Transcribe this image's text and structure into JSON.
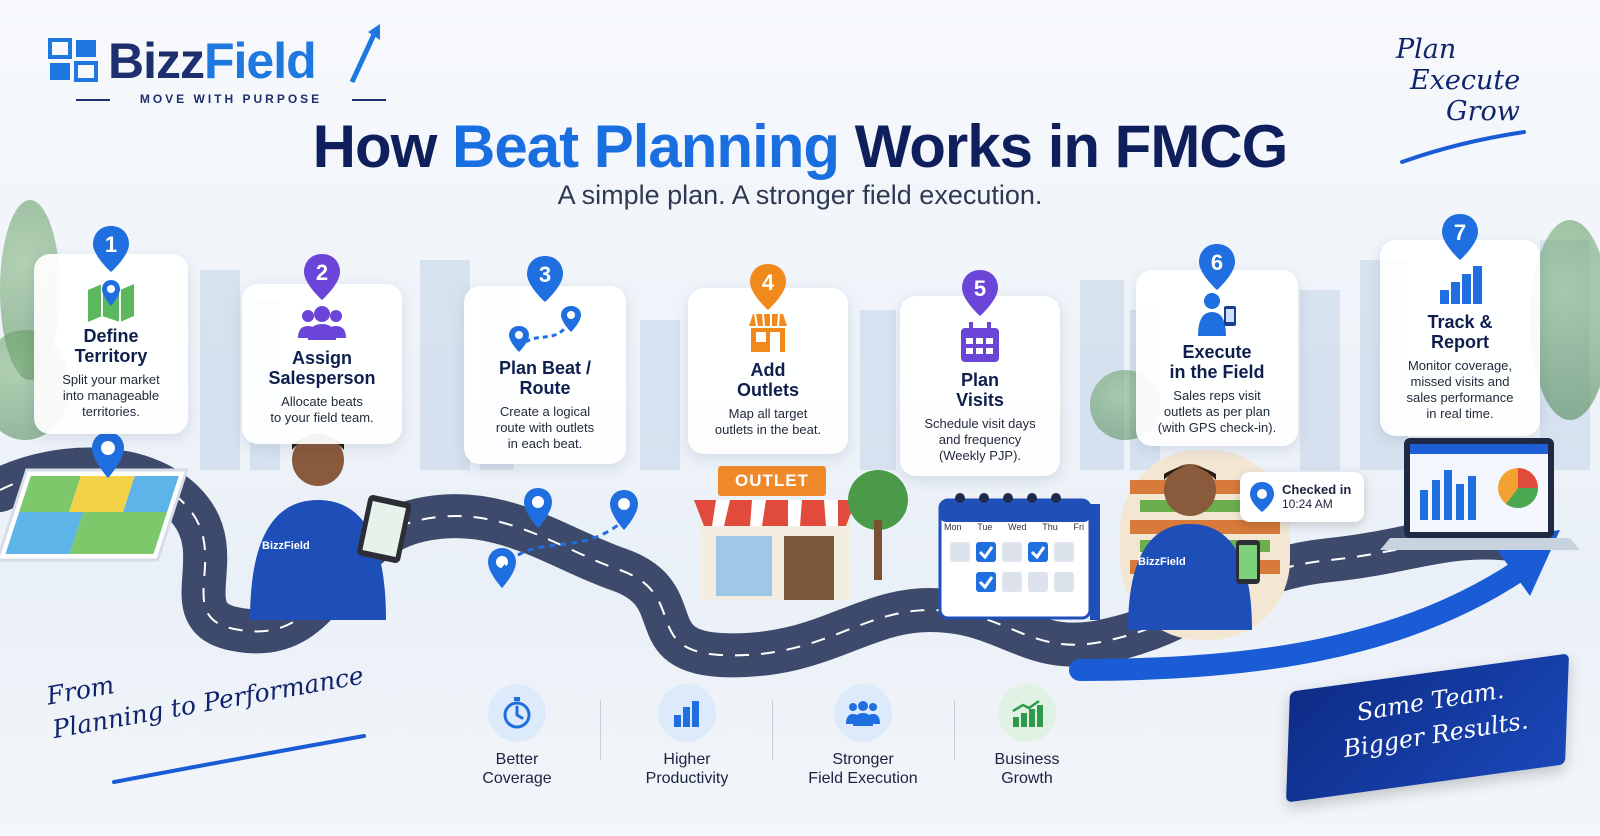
{
  "brand": {
    "name_part1": "Bizz",
    "name_part2": "Field",
    "tagline": "MOVE WITH PURPOSE"
  },
  "header": {
    "title_part1": "How ",
    "title_highlight": "Beat Planning",
    "title_part2": " Works in FMCG",
    "subtitle": "A simple plan. A stronger field execution."
  },
  "corner_tagline": [
    "Plan",
    "Execute",
    "Grow"
  ],
  "steps": [
    {
      "number": "1",
      "title": [
        "Define",
        "Territory"
      ],
      "desc": [
        "Split your market",
        "into manageable",
        "territories."
      ],
      "color": "#1f6fe0",
      "icon": "map-icon"
    },
    {
      "number": "2",
      "title": [
        "Assign",
        "Salesperson"
      ],
      "desc": [
        "Allocate beats",
        "to your field team."
      ],
      "color": "#6b45d8",
      "icon": "team-icon"
    },
    {
      "number": "3",
      "title": [
        "Plan Beat /",
        "Route"
      ],
      "desc": [
        "Create a logical",
        "route with outlets",
        "in each beat."
      ],
      "color": "#1f6fe0",
      "icon": "route-icon"
    },
    {
      "number": "4",
      "title": [
        "Add",
        "Outlets"
      ],
      "desc": [
        "Map all target",
        "outlets in the beat."
      ],
      "color": "#f08a1c",
      "icon": "store-icon"
    },
    {
      "number": "5",
      "title": [
        "Plan",
        "Visits"
      ],
      "desc": [
        "Schedule visit days",
        "and frequency",
        "(Weekly PJP)."
      ],
      "color": "#6b45d8",
      "icon": "calendar-icon"
    },
    {
      "number": "6",
      "title": [
        "Execute",
        "in the Field"
      ],
      "desc": [
        "Sales reps visit",
        "outlets as per plan",
        "(with GPS check-in)."
      ],
      "color": "#1f6fe0",
      "icon": "field-rep-icon"
    },
    {
      "number": "7",
      "title": [
        "Track &",
        "Report"
      ],
      "desc": [
        "Monitor coverage,",
        "missed visits and",
        "sales performance",
        "in real time."
      ],
      "color": "#1f6fe0",
      "icon": "bar-chart-icon"
    }
  ],
  "scene": {
    "outlet_sign": "OUTLET",
    "checkin_title": "Checked in",
    "checkin_time": "10:24 AM",
    "calendar_days": [
      "Mon",
      "Tue",
      "Wed",
      "Thu",
      "Fri"
    ],
    "shirt_logo": "BizzField"
  },
  "benefits": [
    {
      "label": [
        "Better",
        "Coverage"
      ],
      "icon": "stopwatch-icon"
    },
    {
      "label": [
        "Higher",
        "Productivity"
      ],
      "icon": "bar-chart-icon"
    },
    {
      "label": [
        "Stronger",
        "Field Execution"
      ],
      "icon": "team-icon"
    },
    {
      "label": [
        "Business",
        "Growth"
      ],
      "icon": "growth-chart-icon"
    }
  ],
  "footer": {
    "left_script": [
      "From",
      "Planning to Performance"
    ],
    "banner": [
      "Same Team.",
      "Bigger Results."
    ]
  },
  "colors": {
    "navy": "#0f1f5c",
    "accent_blue": "#1a6fe0",
    "purple": "#6b45d8",
    "orange": "#f08a1c",
    "road": "#3e4a6b"
  }
}
